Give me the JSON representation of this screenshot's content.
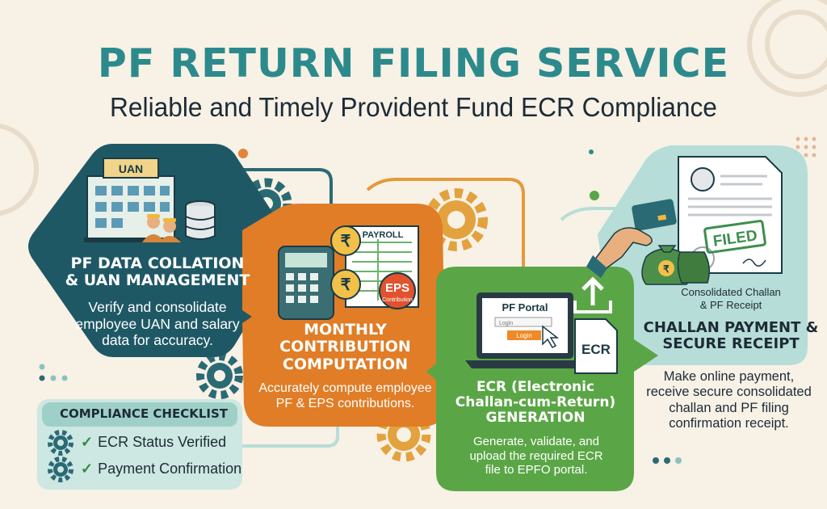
{
  "header": {
    "title": "PF RETURN FILING SERVICE",
    "subtitle": "Reliable and Timely Provident Fund ECR Compliance"
  },
  "steps": [
    {
      "title_lines": [
        "PF DATA COLLATION",
        "& UAN MANAGEMENT"
      ],
      "desc_lines": [
        "Verify and consolidate",
        "employee UAN and salary",
        "data for accuracy."
      ],
      "icon_label": "UAN"
    },
    {
      "title_lines": [
        "MONTHLY",
        "CONTRIBUTION",
        "COMPUTATION"
      ],
      "desc_lines": [
        "Accurately compute employee",
        "PF & EPS contributions."
      ],
      "icon_labels": {
        "payroll": "PAYROLL",
        "eps": "EPS",
        "eps_sub": "Contribution",
        "rupee": "₹"
      }
    },
    {
      "title_lines": [
        "ECR (Electronic",
        "Challan-cum-Return)",
        "GENERATION"
      ],
      "desc_lines": [
        "Generate, validate, and",
        "upload the required ECR",
        "file to EPFO portal."
      ],
      "icon_labels": {
        "portal": "PF Portal",
        "login_field": "Login",
        "login_button": "Login",
        "doc": "ECR"
      }
    },
    {
      "caption_lines": [
        "Consolidated Challan",
        "& PF Receipt"
      ],
      "title_lines": [
        "CHALLAN PAYMENT &",
        "SECURE RECEIPT"
      ],
      "desc_lines": [
        "Make online payment,",
        "receive secure consolidated",
        "challan and PF filing",
        "confirmation receipt."
      ],
      "icon_labels": {
        "stamp": "FILED",
        "rupee": "₹"
      }
    }
  ],
  "checklist": {
    "title": "COMPLIANCE CHECKLIST",
    "items": [
      "ECR Status Verified",
      "Payment Confirmation"
    ]
  },
  "colors": {
    "teal_dark": "#1f5865",
    "orange": "#e07d26",
    "green": "#5aa646",
    "teal_light": "#b7ddd8",
    "title_teal": "#2d8a8c",
    "background": "#f7f1e6"
  }
}
